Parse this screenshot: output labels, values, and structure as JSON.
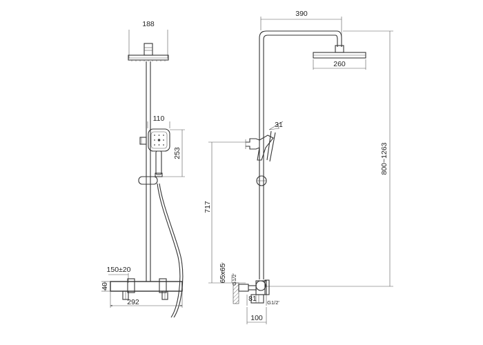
{
  "front_view": {
    "dims": {
      "head_width": "188",
      "handshower_width": "110",
      "handshower_height": "253",
      "centers": "150±20",
      "body_height": "40",
      "body_length": "292"
    }
  },
  "side_view": {
    "dims": {
      "arm_reach": "390",
      "head_diameter": "260",
      "handshower_angle": "31",
      "rail_height": "717",
      "overall_height": "800~1263",
      "eccentric_size": "65x65",
      "thread_top": "G1/2'",
      "thread_bottom": "G1/2'",
      "depth_81": "81",
      "depth_100": "100"
    }
  }
}
